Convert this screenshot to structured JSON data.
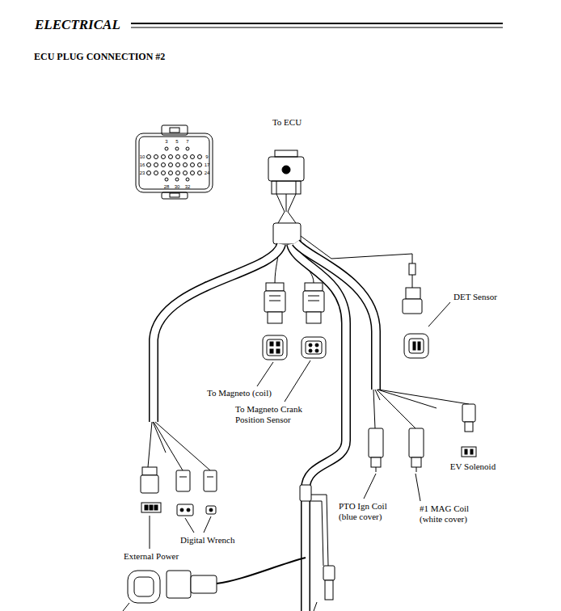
{
  "diagram": {
    "title": "ECU PLUG CONNECTION #2",
    "labels": [
      "ELECTRICAL",
      "To ECU",
      "DET Sensor",
      "To Magneto (coil)",
      "To Magneto Crank Position Sensor",
      "EV Solenoid",
      "PTO Ign Coil (blue cover)",
      "#1 MAG Coil (white cover)",
      "Digital Wrench",
      "External Power",
      "3",
      "5",
      "7",
      "9",
      "10",
      "16",
      "17",
      "23",
      "24",
      "28",
      "30",
      "32"
    ]
  }
}
